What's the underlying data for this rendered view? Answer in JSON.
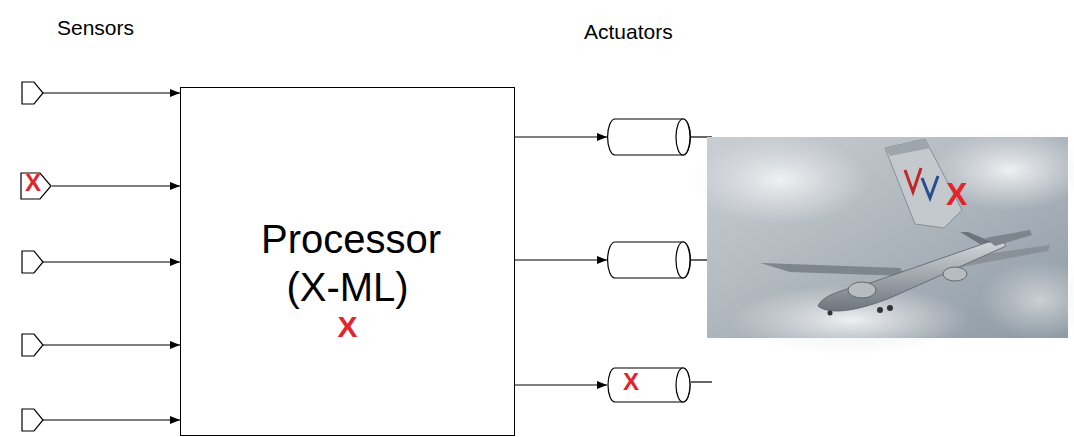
{
  "diagram": {
    "nodes": [
      {
        "text": [
          "X"
        ]
      },
      {
        "text": [
          "Processor (X-ML)",
          "X"
        ]
      },
      {
        "text": [
          "X"
        ]
      }
    ],
    "edges": [
      {
        "from": 0,
        "to": 1,
        "arrow": "to"
      },
      {
        "from": 1,
        "to": 2,
        "arrow": "to"
      }
    ],
    "labels": [
      "Sensors",
      "Actuators",
      "X"
    ]
  }
}
